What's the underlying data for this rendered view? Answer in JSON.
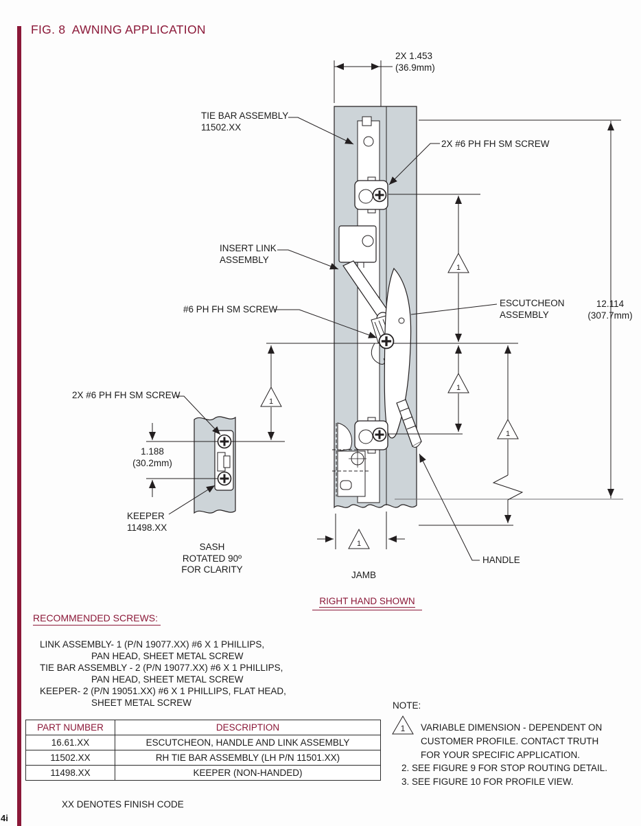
{
  "page": {
    "title": "FIG. 8  AWNING APPLICATION",
    "page_marker": "4i"
  },
  "drawing": {
    "labels": {
      "tie_bar": "TIE BAR ASSEMBLY\n11502.XX",
      "screw_top": "2X #6 PH FH SM SCREW",
      "insert_link": "INSERT LINK\nASSEMBLY",
      "screw_mid": "#6 PH FH SM SCREW",
      "escutcheon": "ESCUTCHEON\nASSEMBLY",
      "screw_keeper": "2X #6 PH FH SM SCREW",
      "keeper": "KEEPER\n11498.XX",
      "sash_note": "SASH\nROTATED 90º\nFOR CLARITY",
      "jamb": "JAMB",
      "handle": "HANDLE",
      "hand_note": "RIGHT HAND SHOWN"
    },
    "dimensions": {
      "top_width": "2X 1.453\n(36.9mm)",
      "overall_height": "12.114\n(307.7mm)",
      "keeper_spacing": "1.188\n(30.2mm)",
      "flag_number": "1"
    }
  },
  "screws_section": {
    "heading": "RECOMMENDED SCREWS:",
    "items": [
      {
        "line1": "LINK ASSEMBLY- 1 (P/N 19077.XX) #6 X 1 PHILLIPS,",
        "line2": "PAN HEAD, SHEET METAL SCREW"
      },
      {
        "line1": "TIE BAR ASSEMBLY - 2 (P/N 19077.XX) #6 X 1 PHILLIPS,",
        "line2": "PAN HEAD, SHEET METAL SCREW"
      },
      {
        "line1": "KEEPER- 2 (P/N 19051.XX) #6 X 1 PHILLIPS, FLAT HEAD,",
        "line2": "SHEET METAL SCREW"
      }
    ]
  },
  "parts_table": {
    "headers": [
      "PART NUMBER",
      "DESCRIPTION"
    ],
    "rows": [
      [
        "16.61.XX",
        "ESCUTCHEON, HANDLE AND LINK ASSEMBLY"
      ],
      [
        "11502.XX",
        "RH TIE BAR ASSEMBLY (LH P/N 11501.XX)"
      ],
      [
        "11498.XX",
        "KEEPER (NON-HANDED)"
      ]
    ]
  },
  "notes": {
    "heading": "NOTE:",
    "flag_number": "1",
    "flag_note": "VARIABLE DIMENSION - DEPENDENT ON\nCUSTOMER PROFILE. CONTACT TRUTH\nFOR YOUR SPECIFIC APPLICATION.",
    "items": [
      "2. SEE FIGURE 9 FOR STOP ROUTING DETAIL.",
      "3. SEE FIGURE 10 FOR PROFILE VIEW."
    ]
  },
  "footer": {
    "finish_code": "XX DENOTES FINISH CODE"
  },
  "colors": {
    "accent": "#8B1838",
    "jamb_fill": "#CDD4D8",
    "line": "#231F20"
  }
}
